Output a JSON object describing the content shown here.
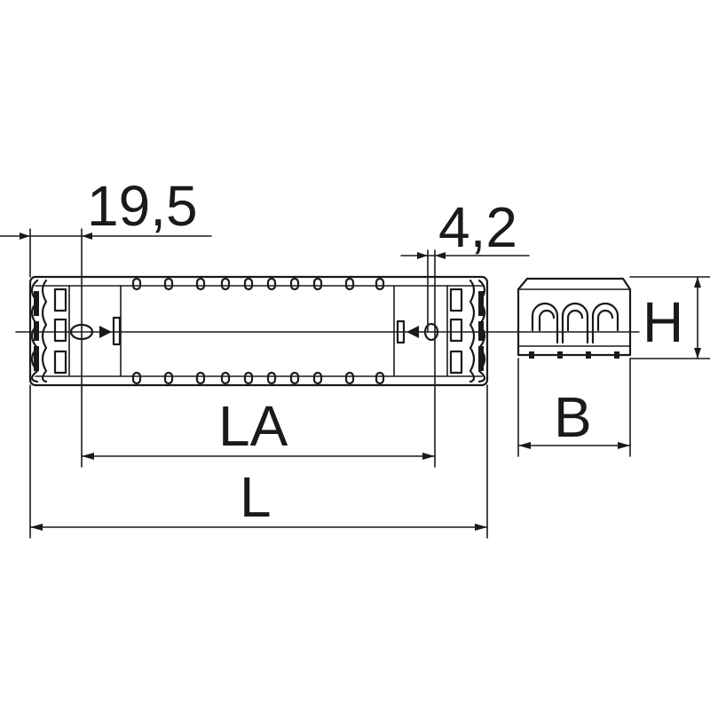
{
  "dimensions": {
    "d1": "19,5",
    "d2": "4,2",
    "la": "LA",
    "l": "L",
    "h": "H",
    "b": "B"
  }
}
